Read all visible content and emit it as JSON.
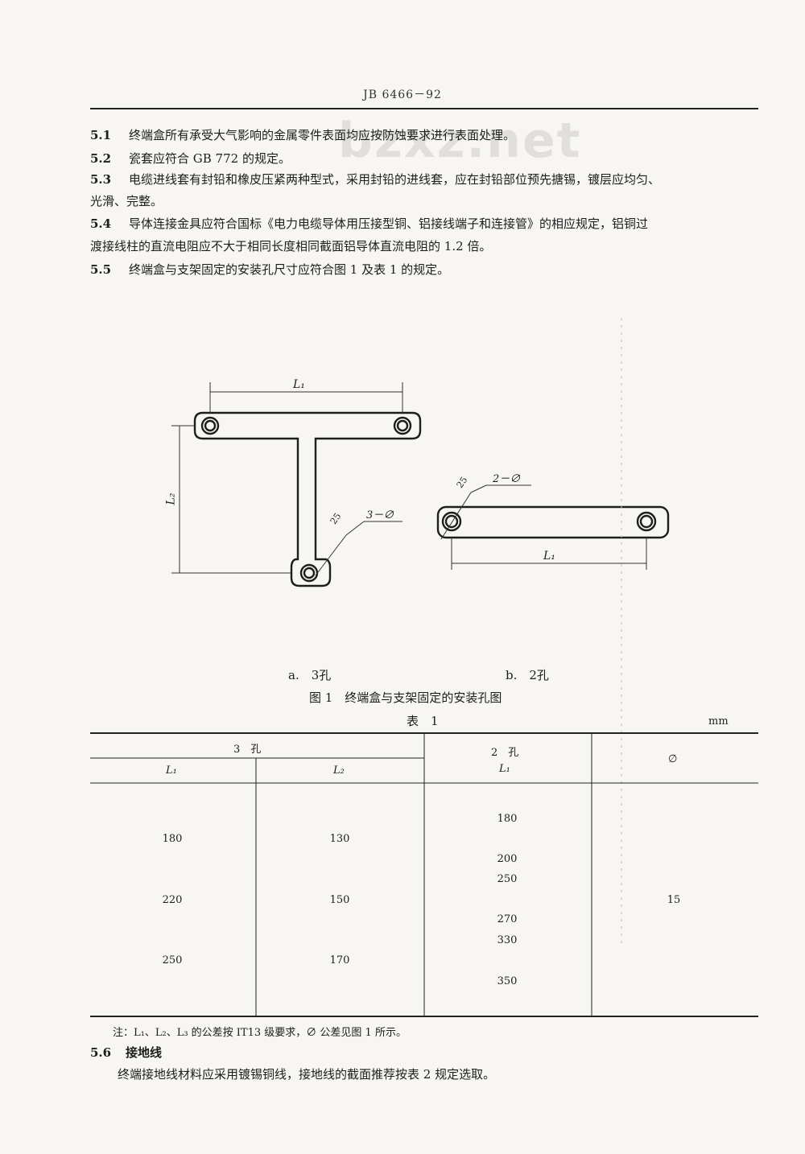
{
  "header": {
    "standard_no": "JB 6466－92"
  },
  "watermark": "bzxz.net",
  "clauses": [
    {
      "num": "5.1",
      "text": "终端盒所有承受大气影响的金属零件表面均应按防蚀要求进行表面处理。"
    },
    {
      "num": "5.2",
      "text": "瓷套应符合 GB 772 的规定。"
    },
    {
      "num": "5.3",
      "text": "电缆进线套有封铅和橡皮压紧两种型式，采用封铅的进线套，应在封铅部位预先搪锡，镀层应均匀、"
    },
    {
      "num": "",
      "text": "光滑、完整。"
    },
    {
      "num": "5.4",
      "text": "导体连接金具应符合国标《电力电缆导体用压接型铜、铝接线端子和连接管》的相应规定，铝铜过"
    },
    {
      "num": "",
      "text": "渡接线柱的直流电阻应不大于相同长度相同截面铝导体直流电阻的 1.2 倍。"
    },
    {
      "num": "5.5",
      "text": "终端盒与支架固定的安装孔尺寸应符合图 1 及表 1 的规定。"
    }
  ],
  "figure": {
    "dim_L1_a": "L₁",
    "dim_L2": "L₂",
    "dim_L1_b": "L₁",
    "hole_a": "3－∅",
    "hole_b": "2－∅",
    "surface_a": "25",
    "surface_b": "25",
    "label_a": "a.　3孔",
    "label_b": "b.　2孔",
    "caption": "图 1　终端盒与支架固定的安装孔图"
  },
  "table": {
    "title": "表　1",
    "unit": "mm",
    "group3": "3　孔",
    "col_L1": "L₁",
    "col_L2": "L₂",
    "group2": "2　孔",
    "col_L1b": "L₁",
    "col_phi": "∅",
    "three_hole_L1": [
      "180",
      "220",
      "250"
    ],
    "three_hole_L2": [
      "130",
      "150",
      "170"
    ],
    "two_hole_L1": [
      "180",
      "200",
      "250",
      "270",
      "330",
      "350"
    ],
    "phi": "15",
    "note": "注：L₁、L₂、L₃ 的公差按 IT13 级要求，∅ 公差见图 1 所示。"
  },
  "section56": {
    "num": "5.6",
    "title": "接地线",
    "text": "终端接地线材料应采用镀锡铜线，接地线的截面推荐按表 2 规定选取。"
  }
}
